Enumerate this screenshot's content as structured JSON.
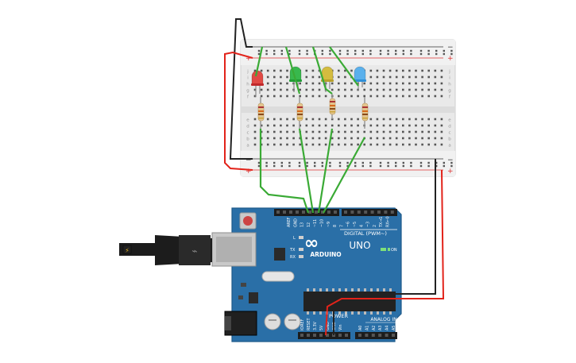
{
  "breadboard": {
    "rail_minus": "−",
    "rail_plus": "+",
    "row_letters_top": [
      "j",
      "i",
      "h",
      "g",
      "f"
    ],
    "row_letters_bottom": [
      "e",
      "d",
      "c",
      "b",
      "a"
    ],
    "column_count": 30
  },
  "leds": [
    {
      "name": "red",
      "color": "#c0292b",
      "lens": "#e04a45"
    },
    {
      "name": "green",
      "color": "#1f9b35",
      "lens": "#38b84d"
    },
    {
      "name": "yellow",
      "color": "#b8a02a",
      "lens": "#d4bc3f"
    },
    {
      "name": "blue",
      "color": "#2e8fd8",
      "lens": "#5ab0ec"
    }
  ],
  "arduino": {
    "logo": "∞",
    "brand": "ARDUINO",
    "model": "UNO",
    "digital_label": "DIGITAL (PWM~)",
    "analog_label": "ANALOG IN",
    "power_label": "POWER",
    "on_label": "ON",
    "led_labels": [
      "L",
      "TX",
      "RX"
    ],
    "top_pin_labels": [
      "AREF",
      "GND",
      "13",
      "12",
      "~11",
      "~10",
      "~9",
      "8",
      "7",
      "~6",
      "~5",
      "4",
      "~3",
      "2",
      "TX→1",
      "RX←0"
    ],
    "power_pin_labels": [
      "IOREF",
      "RESET",
      "3.3V",
      "5V",
      "GND",
      "GND",
      "Vin"
    ],
    "analog_pin_labels": [
      "A0",
      "A1",
      "A2",
      "A3",
      "A4",
      "A5"
    ]
  },
  "colors": {
    "board": "#2a6fa7",
    "board_edge": "#1f5a8a",
    "wire_green": "#3aaa35",
    "wire_red": "#e2231a",
    "wire_black": "#222222",
    "breadboard": "#e9e9e9"
  }
}
